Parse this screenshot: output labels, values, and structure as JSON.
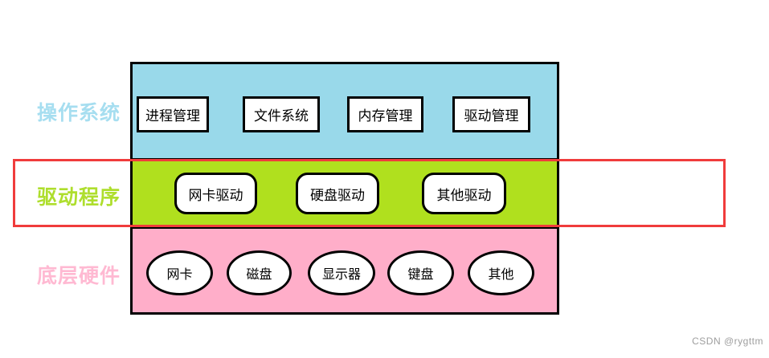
{
  "diagram": {
    "title_labels": {
      "os": "操作系统",
      "driver": "驱动程序",
      "hardware": "底层硬件"
    },
    "layers": {
      "os": {
        "label": "操作系统",
        "color": "#99d9ea",
        "items": [
          "进程管理",
          "文件系统",
          "内存管理",
          "驱动管理"
        ]
      },
      "driver": {
        "label": "驱动程序",
        "color": "#b0e01e",
        "items": [
          "网卡驱动",
          "硬盘驱动",
          "其他驱动"
        ]
      },
      "hardware": {
        "label": "底层硬件",
        "color": "#ffaec9",
        "items": [
          "网卡",
          "磁盘",
          "显示器",
          "键盘",
          "其他"
        ]
      }
    },
    "highlight": {
      "target_layer": "driver",
      "color": "#f03c3c"
    }
  },
  "watermark": "CSDN @rygttm"
}
